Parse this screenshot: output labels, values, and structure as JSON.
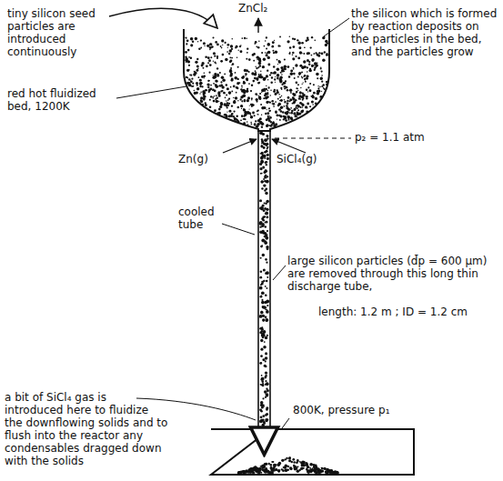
{
  "diagram": {
    "labels": [
      "ZnCl₂",
      "tiny silicon seed particles are introduced continuously",
      "the silicon which is formed by reaction deposits on the particles in the bed, and the particles grow",
      "red hot fluidized bed, 1200K",
      "p₂ = 1.1 atm",
      "Zn(g)",
      "SiCl₄(g)",
      "cooled tube",
      "large silicon particles (d̄p = 600 µm) are removed through this long thin discharge tube,",
      "length: 1.2 m ; ID = 1.2 cm",
      "a bit of SiCl₄ gas is introduced here to fluidize the downflowing solids and to flush into the reactor any condensables dragged down with the solids",
      "800K, pressure p₁"
    ]
  }
}
